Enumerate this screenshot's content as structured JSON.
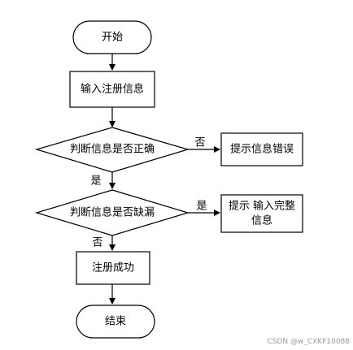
{
  "diagram": {
    "nodes": {
      "start": "开始",
      "input": "输入注册信息",
      "check_correct": "判断信息是否正确",
      "error_msg": "提示信息错误",
      "check_missing": "判断信息是否缺漏",
      "prompt_line1": "提示 输入完整",
      "prompt_line2": "信息",
      "success": "注册成功",
      "end": "结束"
    },
    "edges": {
      "correct_no": "否",
      "correct_yes": "是",
      "missing_yes": "是",
      "missing_no": "否"
    }
  },
  "watermark": "CSDN @w_CXKF10088"
}
